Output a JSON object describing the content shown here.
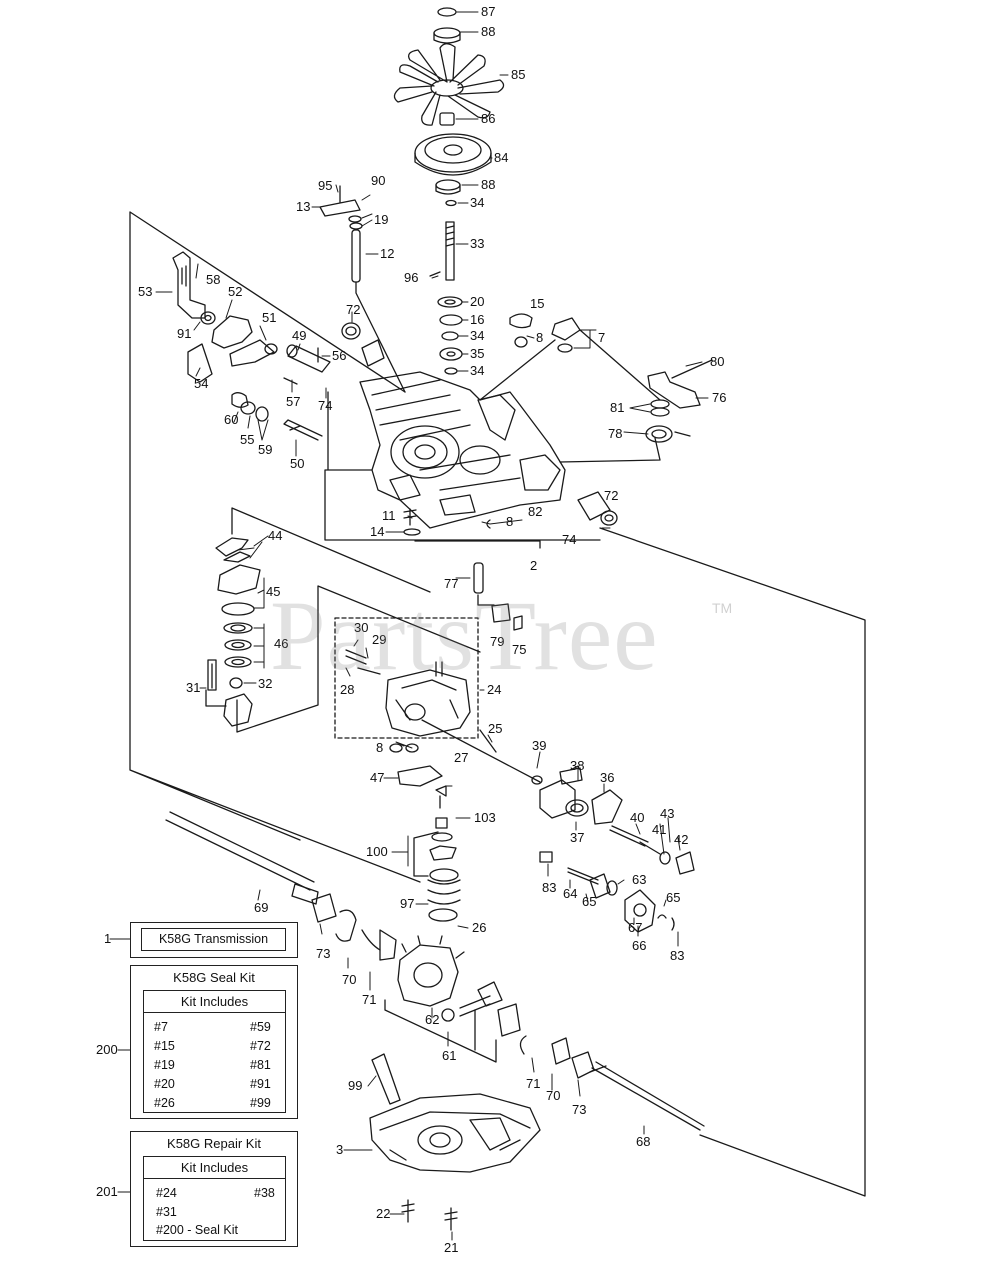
{
  "watermark": {
    "text": "PartsTree",
    "tm": "TM"
  },
  "callouts": [
    {
      "id": "c87",
      "label": "87"
    },
    {
      "id": "c88a",
      "label": "88"
    },
    {
      "id": "c85",
      "label": "85"
    },
    {
      "id": "c86",
      "label": "86"
    },
    {
      "id": "c84",
      "label": "84"
    },
    {
      "id": "c88b",
      "label": "88"
    },
    {
      "id": "c34a",
      "label": "34"
    },
    {
      "id": "c33",
      "label": "33"
    },
    {
      "id": "c96",
      "label": "96"
    },
    {
      "id": "c20",
      "label": "20"
    },
    {
      "id": "c16",
      "label": "16"
    },
    {
      "id": "c34b",
      "label": "34"
    },
    {
      "id": "c35",
      "label": "35"
    },
    {
      "id": "c34c",
      "label": "34"
    },
    {
      "id": "c95",
      "label": "95"
    },
    {
      "id": "c90",
      "label": "90"
    },
    {
      "id": "c13",
      "label": "13"
    },
    {
      "id": "c19",
      "label": "19"
    },
    {
      "id": "c12",
      "label": "12"
    },
    {
      "id": "c15",
      "label": "15"
    },
    {
      "id": "c8a",
      "label": "8"
    },
    {
      "id": "c7",
      "label": "7"
    },
    {
      "id": "c58",
      "label": "58"
    },
    {
      "id": "c53",
      "label": "53"
    },
    {
      "id": "c52",
      "label": "52"
    },
    {
      "id": "c91",
      "label": "91"
    },
    {
      "id": "c51",
      "label": "51"
    },
    {
      "id": "c49",
      "label": "49"
    },
    {
      "id": "c72a",
      "label": "72"
    },
    {
      "id": "c56",
      "label": "56"
    },
    {
      "id": "c54",
      "label": "54"
    },
    {
      "id": "c57",
      "label": "57"
    },
    {
      "id": "c74a",
      "label": "74"
    },
    {
      "id": "c60",
      "label": "60"
    },
    {
      "id": "c55",
      "label": "55"
    },
    {
      "id": "c59",
      "label": "59"
    },
    {
      "id": "c50",
      "label": "50"
    },
    {
      "id": "c80",
      "label": "80"
    },
    {
      "id": "c76",
      "label": "76"
    },
    {
      "id": "c81",
      "label": "81"
    },
    {
      "id": "c78",
      "label": "78"
    },
    {
      "id": "c72b",
      "label": "72"
    },
    {
      "id": "c11",
      "label": "11"
    },
    {
      "id": "c8b",
      "label": "8"
    },
    {
      "id": "c82",
      "label": "82"
    },
    {
      "id": "c14",
      "label": "14"
    },
    {
      "id": "c74b",
      "label": "74"
    },
    {
      "id": "c2",
      "label": "2"
    },
    {
      "id": "c44",
      "label": "44"
    },
    {
      "id": "c45",
      "label": "45"
    },
    {
      "id": "c77",
      "label": "77"
    },
    {
      "id": "c46",
      "label": "46"
    },
    {
      "id": "c30",
      "label": "30"
    },
    {
      "id": "c29",
      "label": "29"
    },
    {
      "id": "c79",
      "label": "79"
    },
    {
      "id": "c75",
      "label": "75"
    },
    {
      "id": "c31",
      "label": "31"
    },
    {
      "id": "c32",
      "label": "32"
    },
    {
      "id": "c28",
      "label": "28"
    },
    {
      "id": "c24",
      "label": "24"
    },
    {
      "id": "c25",
      "label": "25"
    },
    {
      "id": "c8c",
      "label": "8"
    },
    {
      "id": "c39",
      "label": "39"
    },
    {
      "id": "c38",
      "label": "38"
    },
    {
      "id": "c36",
      "label": "36"
    },
    {
      "id": "c47",
      "label": "47"
    },
    {
      "id": "c27",
      "label": "27"
    },
    {
      "id": "c37",
      "label": "37"
    },
    {
      "id": "c40",
      "label": "40"
    },
    {
      "id": "c43",
      "label": "43"
    },
    {
      "id": "c41",
      "label": "41"
    },
    {
      "id": "c42",
      "label": "42"
    },
    {
      "id": "c103",
      "label": "103"
    },
    {
      "id": "c100",
      "label": "100"
    },
    {
      "id": "c83a",
      "label": "83"
    },
    {
      "id": "c64",
      "label": "64"
    },
    {
      "id": "c63",
      "label": "63"
    },
    {
      "id": "c65a",
      "label": "65"
    },
    {
      "id": "c65b",
      "label": "65"
    },
    {
      "id": "c69",
      "label": "69"
    },
    {
      "id": "c97",
      "label": "97"
    },
    {
      "id": "c67",
      "label": "67"
    },
    {
      "id": "c66",
      "label": "66"
    },
    {
      "id": "c26",
      "label": "26"
    },
    {
      "id": "c73a",
      "label": "73"
    },
    {
      "id": "c83b",
      "label": "83"
    },
    {
      "id": "c70a",
      "label": "70"
    },
    {
      "id": "c71a",
      "label": "71"
    },
    {
      "id": "c62",
      "label": "62"
    },
    {
      "id": "c61",
      "label": "61"
    },
    {
      "id": "c99",
      "label": "99"
    },
    {
      "id": "c71b",
      "label": "71"
    },
    {
      "id": "c70b",
      "label": "70"
    },
    {
      "id": "c73b",
      "label": "73"
    },
    {
      "id": "c68",
      "label": "68"
    },
    {
      "id": "c3",
      "label": "3"
    },
    {
      "id": "c22",
      "label": "22"
    },
    {
      "id": "c21",
      "label": "21"
    }
  ],
  "boxes": {
    "transmission": {
      "ref": "1",
      "title": "K58G Transmission"
    },
    "seal_kit": {
      "ref": "200",
      "title": "K58G Seal Kit",
      "subtitle": "Kit Includes",
      "left": [
        "#7",
        "#15",
        "#19",
        "#20",
        "#26"
      ],
      "right": [
        "#59",
        "#72",
        "#81",
        "#91",
        "#99"
      ]
    },
    "repair_kit": {
      "ref": "201",
      "title": "K58G Repair Kit",
      "subtitle": "Kit Includes",
      "left": [
        "#24",
        "#31",
        "#200 - Seal Kit"
      ],
      "right": [
        "#38"
      ]
    }
  }
}
